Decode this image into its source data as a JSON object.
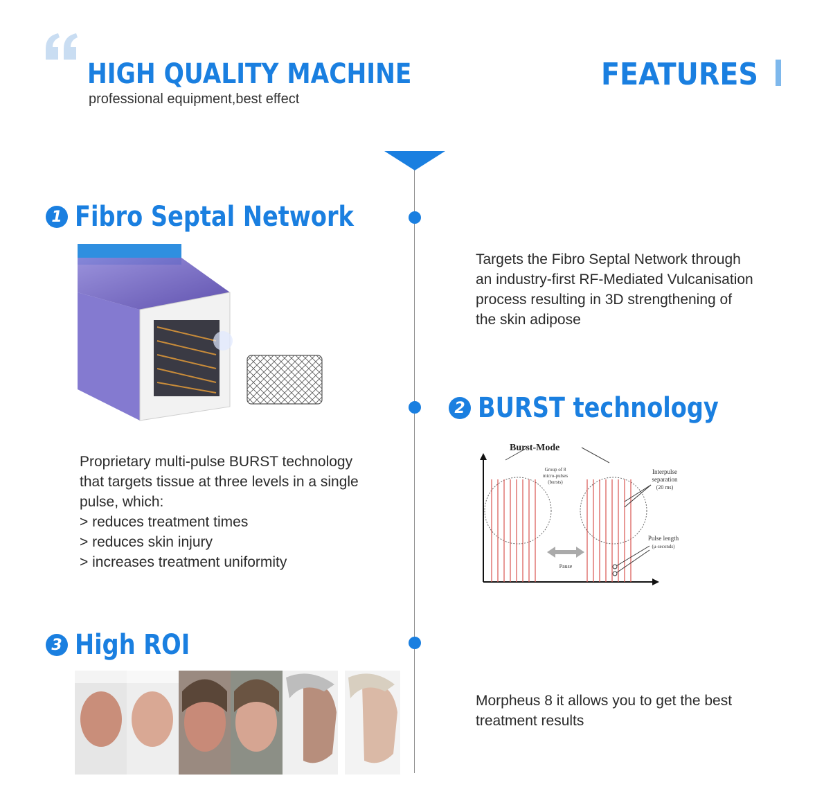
{
  "header": {
    "title": "HIGH QUALITY MACHINE",
    "subtitle": "professional equipment,best effect",
    "features": "FEATURES"
  },
  "sections": [
    {
      "number": "1",
      "title": "Fibro Septal Network",
      "lines": [
        "Targets the Fibro Septal Network through",
        "an industry-first RF-Mediated Vulcanisation",
        "process resulting in 3D strengthening of",
        "the skin adipose"
      ]
    },
    {
      "number": "2",
      "title": "BURST technology",
      "lines": [
        "Proprietary multi-pulse BURST technology",
        "that targets tissue at three levels in a single",
        "pulse, which:",
        "> reduces treatment times",
        "> reduces skin injury",
        "> increases treatment uniformity"
      ]
    },
    {
      "number": "3",
      "title": "High ROI",
      "lines": [
        "Morpheus 8 it allows you to get the best",
        "treatment results"
      ]
    }
  ],
  "burst_diagram": {
    "title": "Burst-Mode",
    "group_label": [
      "Group of 8",
      "micro-pulses",
      "(bursts)"
    ],
    "interpulse_label": [
      "Interpulse",
      "separation",
      "(20 ms)"
    ],
    "pulse_length_label": [
      "Pulse length",
      "(μ-seconds)"
    ],
    "pause_label": "Pause"
  },
  "colors": {
    "accent": "#1a7fe0",
    "accent_light": "#7eb8ec",
    "pulse_red": "#d9534f"
  }
}
